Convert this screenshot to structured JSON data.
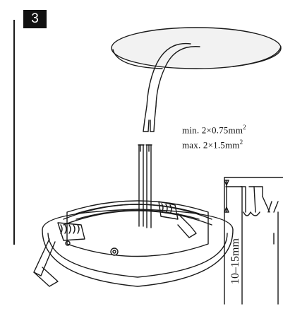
{
  "step": {
    "number": "3"
  },
  "specs": {
    "min_label": "min. 2×0.75mm",
    "min_exp": "2",
    "max_label": "max. 2×1.5mm",
    "max_exp": "2"
  },
  "dimension": {
    "strip_length": "10–15mm"
  },
  "colors": {
    "line": "#1a1a1a",
    "ceiling_fill": "#f2f2f2",
    "background": "#ffffff"
  }
}
